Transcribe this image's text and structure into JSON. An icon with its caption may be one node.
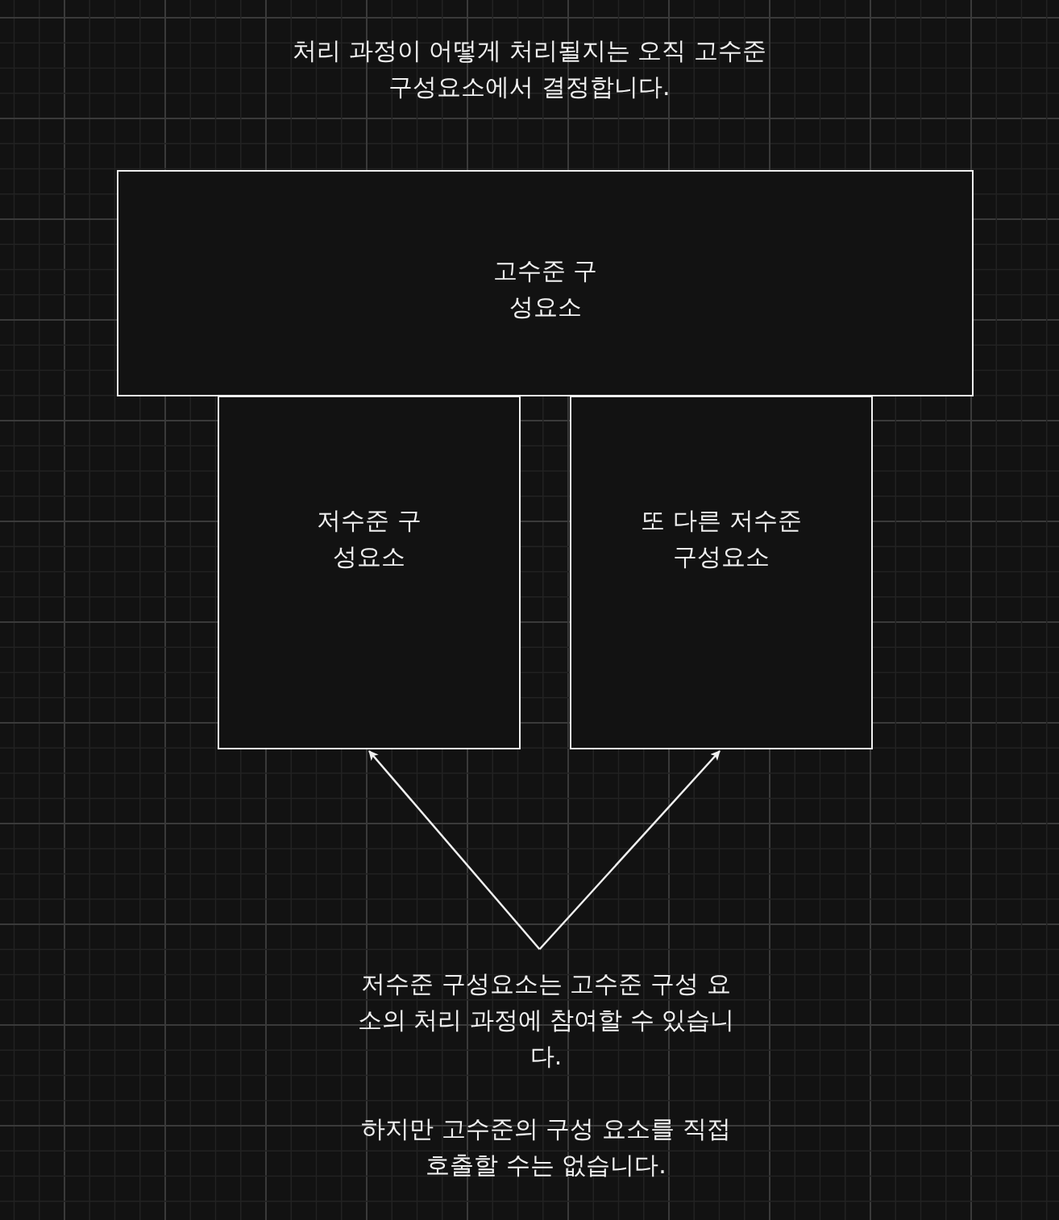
{
  "diagram": {
    "title": "처리 과정이 어떻게 처리될지는 오직 고수준 구성요소에서 결정합니다.",
    "nodes": [
      {
        "text": [
          "고수준 구성요소"
        ]
      },
      {
        "text": [
          "저수준 구성요소"
        ]
      },
      {
        "text": [
          "또 다른 저수준 구성요소"
        ]
      },
      {
        "text": [
          "저수준 구성요소는 고수준 구성 요소의 처리 과정에 참여할 수 있습니다.",
          "하지만 고수준의 구성 요소를 직접 호출할 수는 없습니다."
        ]
      }
    ],
    "edges": [
      {
        "from": 3,
        "to": 1,
        "arrow": "to"
      },
      {
        "from": 3,
        "to": 2,
        "arrow": "to"
      }
    ]
  }
}
